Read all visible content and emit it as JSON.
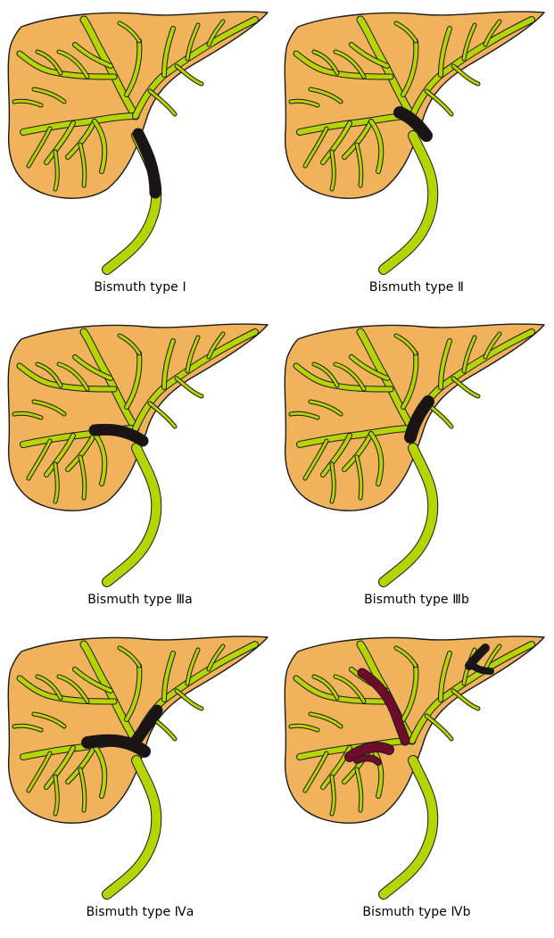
{
  "panels": [
    {
      "caption": "Bismuth type Ⅰ"
    },
    {
      "caption": "Bismuth type Ⅱ"
    },
    {
      "caption": "Bismuth type Ⅲa"
    },
    {
      "caption": "Bismuth type Ⅲb"
    },
    {
      "caption": "Bismuth type Ⅳa"
    },
    {
      "caption": "Bismuth type Ⅳb"
    }
  ],
  "colors": {
    "liver": "#F0B35C",
    "duct": "#B5D400",
    "obstruction": "#1A1414",
    "tumor": "#6E0D2A",
    "outline": "#1B1B1B"
  }
}
